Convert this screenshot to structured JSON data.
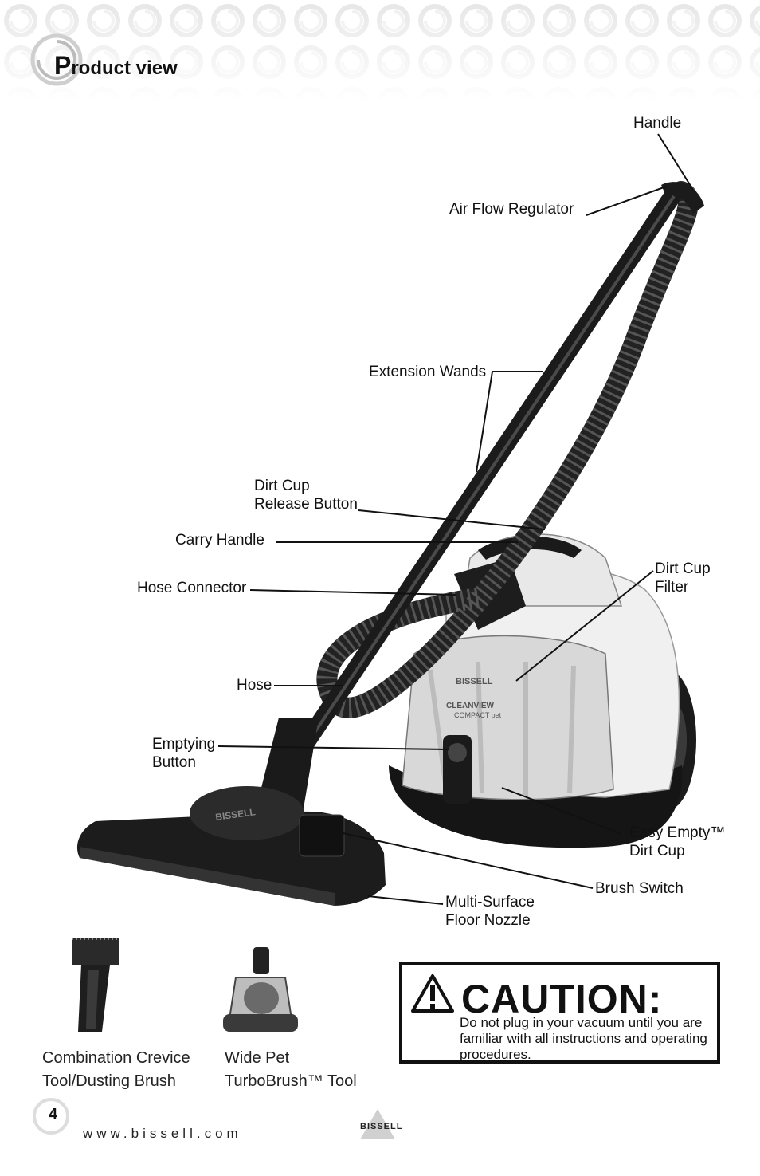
{
  "header": {
    "title_initial": "P",
    "title_rest": "roduct view"
  },
  "labels": {
    "handle": "Handle",
    "air_flow": "Air Flow Regulator",
    "extension_wands": "Extension Wands",
    "dirt_cup_release_1": "Dirt Cup",
    "dirt_cup_release_2": "Release Button",
    "carry_handle": "Carry Handle",
    "hose_connector": "Hose Connector",
    "hose": "Hose",
    "emptying_1": "Emptying",
    "emptying_2": "Button",
    "dirt_cup_filter_1": "Dirt Cup",
    "dirt_cup_filter_2": "Filter",
    "easy_empty_1": "Easy Empty™",
    "easy_empty_2": "Dirt Cup",
    "brush_switch": "Brush Switch",
    "multi_surface_1": "Multi-Surface",
    "multi_surface_2": "Floor Nozzle"
  },
  "illustration": {
    "brand": "BISSELL",
    "model_line1": "CLEANVIEW",
    "model_line2": "COMPACT pet"
  },
  "accessories": [
    {
      "line1": "Combination Crevice",
      "line2": "Tool/Dusting Brush"
    },
    {
      "line1": "Wide Pet",
      "line2": "TurboBrush™ Tool"
    }
  ],
  "caution": {
    "heading": "CAUTION:",
    "message": "Do not plug in your vacuum until you are familiar with all instructions and operating procedures."
  },
  "footer": {
    "page_number": "4",
    "url": "www.bissell.com",
    "logo": "BISSELL"
  },
  "colors": {
    "ink": "#111111",
    "pattern": "#e6e6e6",
    "body": "#f2f2f2"
  }
}
